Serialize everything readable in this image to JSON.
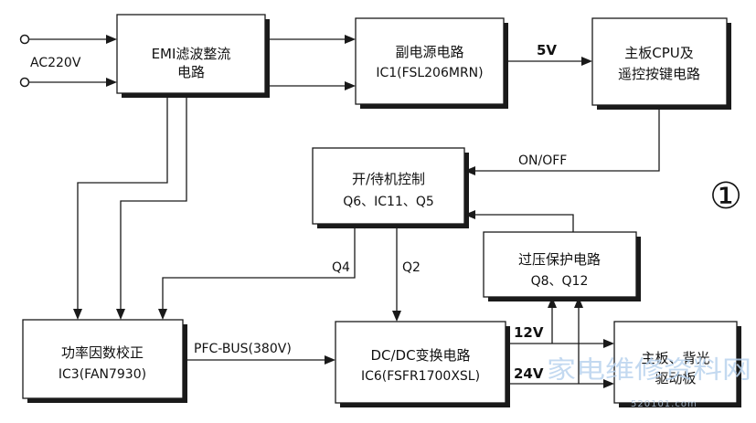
{
  "input": {
    "label": "AC220V"
  },
  "blocks": {
    "emi": {
      "line1": "EMI滤波整流",
      "line2": "电路"
    },
    "aux": {
      "line1": "副电源电路",
      "line2": "IC1(FSL206MRN)"
    },
    "cpu": {
      "line1": "主板CPU及",
      "line2": "遥控按键电路"
    },
    "standby": {
      "line1": "开/待机控制",
      "line2": "Q6、IC11、Q5"
    },
    "ovp": {
      "line1": "过压保护电路",
      "line2": "Q8、Q12"
    },
    "pfc": {
      "line1": "功率因数校正",
      "line2": "IC3(FAN7930)"
    },
    "dcdc": {
      "line1": "DC/DC变换电路",
      "line2": "IC6(FSFR1700XSL)"
    },
    "main_board": {
      "line1": "主板、背光",
      "line2": "驱动板"
    }
  },
  "signals": {
    "v5": "5V",
    "on_off": "ON/OFF",
    "q4": "Q4",
    "q2": "Q2",
    "pfc_bus": "PFC-BUS(380V)",
    "v12": "12V",
    "v24": "24V"
  },
  "figure_marker": "①",
  "watermark": {
    "text": "家电维修资料网",
    "site": "520101.com"
  }
}
